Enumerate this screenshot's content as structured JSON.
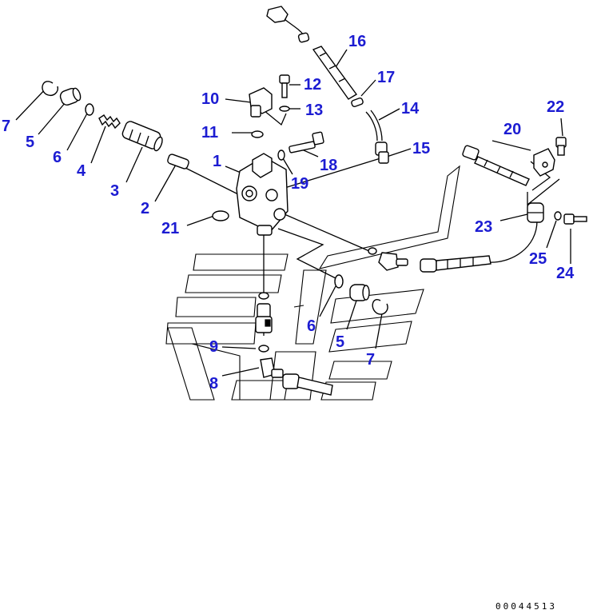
{
  "drawing_ref": "00044513",
  "labels": [
    {
      "id": "l7a",
      "text": "7"
    },
    {
      "id": "l5a",
      "text": "5"
    },
    {
      "id": "l6a",
      "text": "6"
    },
    {
      "id": "l4",
      "text": "4"
    },
    {
      "id": "l3",
      "text": "3"
    },
    {
      "id": "l2",
      "text": "2"
    },
    {
      "id": "l21",
      "text": "21"
    },
    {
      "id": "l1",
      "text": "1"
    },
    {
      "id": "l11",
      "text": "11"
    },
    {
      "id": "l10",
      "text": "10"
    },
    {
      "id": "l12",
      "text": "12"
    },
    {
      "id": "l13",
      "text": "13"
    },
    {
      "id": "l16",
      "text": "16"
    },
    {
      "id": "l17",
      "text": "17"
    },
    {
      "id": "l14",
      "text": "14"
    },
    {
      "id": "l15",
      "text": "15"
    },
    {
      "id": "l18",
      "text": "18"
    },
    {
      "id": "l19",
      "text": "19"
    },
    {
      "id": "l20",
      "text": "20"
    },
    {
      "id": "l22",
      "text": "22"
    },
    {
      "id": "l23",
      "text": "23"
    },
    {
      "id": "l25",
      "text": "25"
    },
    {
      "id": "l24",
      "text": "24"
    },
    {
      "id": "l6b",
      "text": "6"
    },
    {
      "id": "l5b",
      "text": "5"
    },
    {
      "id": "l7b",
      "text": "7"
    },
    {
      "id": "l9",
      "text": "9"
    },
    {
      "id": "l8",
      "text": "8"
    }
  ]
}
